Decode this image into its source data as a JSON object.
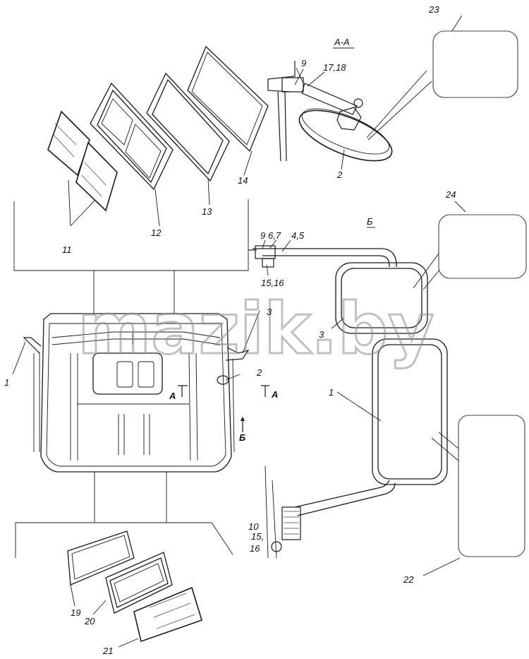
{
  "watermark": "mazik.by",
  "sections": {
    "section_aa": "А-А",
    "section_b": "Б",
    "cut_a_left": "А",
    "cut_a_right": "А",
    "arrow_b": "Б"
  },
  "labels": {
    "l1_cab": "1",
    "l1_mirror": "1",
    "l2_aa": "2",
    "l2_cab": "2",
    "l3_cab": "3",
    "l3_mirror": "3",
    "l9_aa": "9",
    "l9_b": "9",
    "l4_5": "4,5",
    "l6_7": "6,7",
    "l10": "10",
    "l11": "11",
    "l12": "12",
    "l13": "13",
    "l14": "14",
    "l15": "15,",
    "l15_16": "15,16",
    "l16": "16",
    "l17_18": "17,18",
    "l19": "19",
    "l20": "20",
    "l21": "21",
    "l22": "22",
    "l23": "23",
    "l24": "24"
  }
}
